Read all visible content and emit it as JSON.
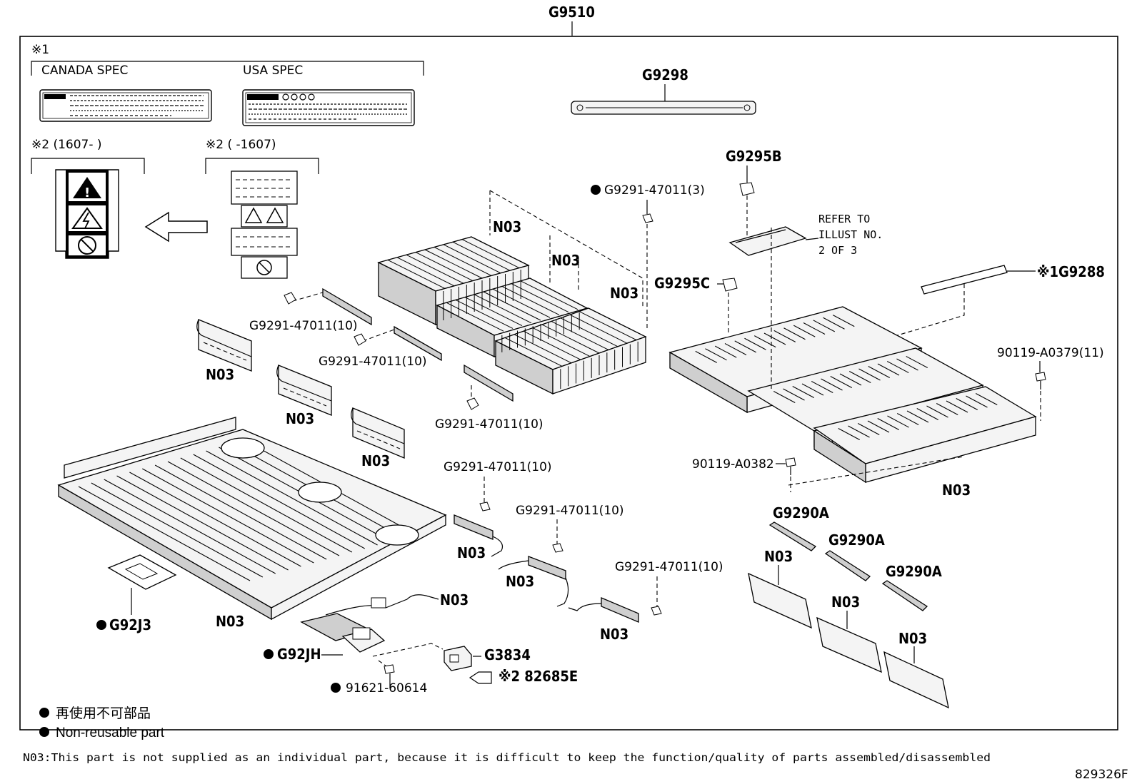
{
  "diagram": {
    "title": "G9510",
    "figure_code": "829326F",
    "footnote": "N03:This part is not supplied as an individual part, because it is difficult to keep the function/quality of parts assembled/disassembled"
  },
  "spec_labels": {
    "marker": "※1",
    "canada": "CANADA SPEC",
    "usa": "USA SPEC"
  },
  "warning_labels": {
    "new_range": "※2 (1607-      )",
    "old_range": "※2 (      -1607)"
  },
  "callouts": {
    "g9298": "G9298",
    "g9295b": "G9295B",
    "g9295c": "G9295C",
    "g9288": "※1G9288",
    "refer": [
      "REFER TO",
      "ILLUST NO.",
      "2 OF 3"
    ],
    "nut_3": "G9291-47011(3)",
    "nut_10_a": "G9291-47011(10)",
    "nut_10_b": "G9291-47011(10)",
    "nut_10_c": "G9291-47011(10)",
    "nut_10_d": "G9291-47011(10)",
    "nut_10_e": "G9291-47011(10)",
    "nut_10_f": "G9291-47011(10)",
    "bolt_11": "90119-A0379(11)",
    "bolt_a0382": "90119-A0382",
    "g9290a_1": "G9290A",
    "g9290a_2": "G9290A",
    "g9290a_3": "G9290A",
    "g92j3": "G92J3",
    "g92jh": "G92JH",
    "g3834": "G3834",
    "s82685e": "※2 82685E",
    "screw": "91621-60614",
    "n03": "N03"
  },
  "legend": {
    "jp": "再使用不可部品",
    "en": "Non-reusable part"
  }
}
